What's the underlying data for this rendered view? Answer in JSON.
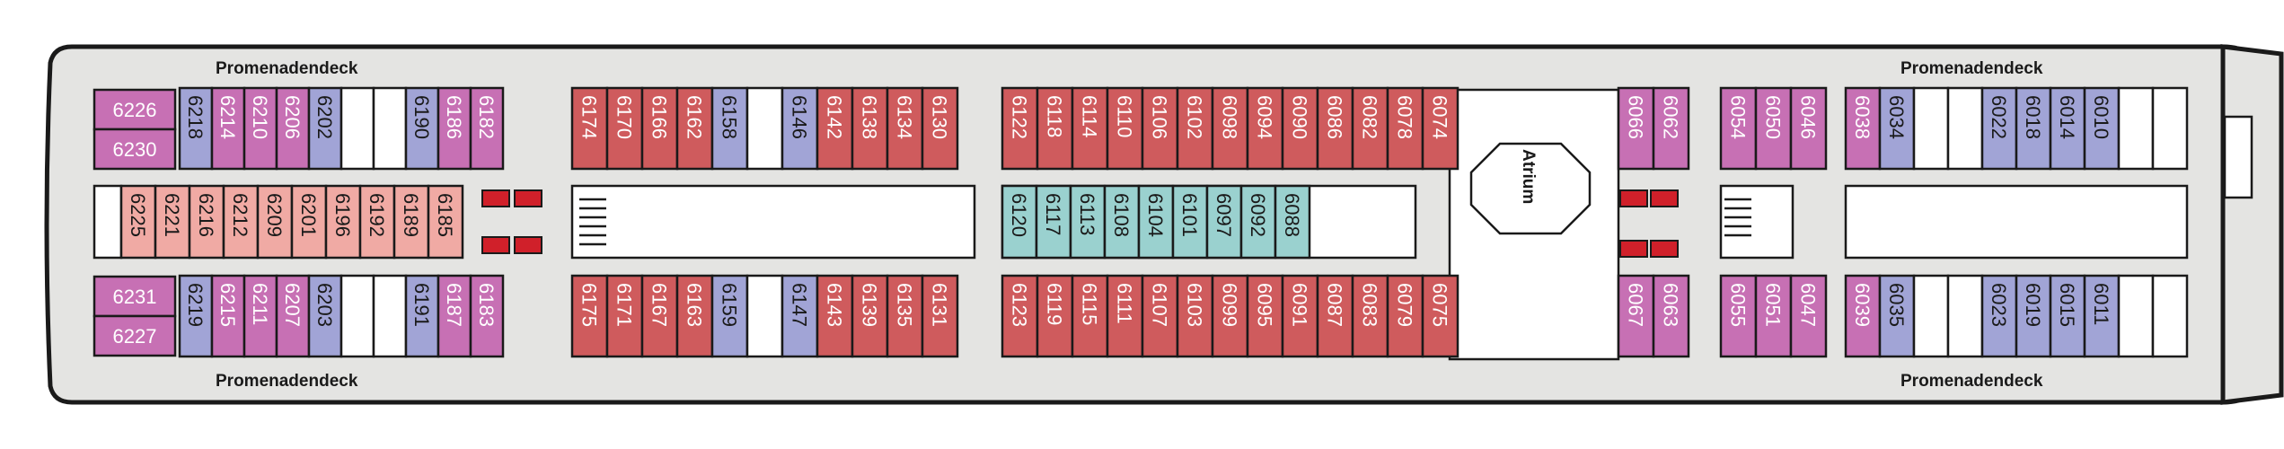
{
  "deck_labels": [
    "Promenadendeck",
    "Promenadendeck",
    "Promenadendeck",
    "Promenadendeck"
  ],
  "atrium_label": "Atrium",
  "colors": {
    "red": "#cf5b5d",
    "magenta": "#c770b4",
    "blue": "#a1a4d6",
    "pink": "#f0aaa4",
    "teal": "#9ad1cf",
    "white": "#ffffff",
    "hull": "#e4e4e2"
  },
  "cabins": {
    "aft_top_block": [
      "6226",
      "6230"
    ],
    "aft_bottom_block": [
      "6231",
      "6227"
    ],
    "top_row_a": [
      "6218",
      "6214",
      "6210",
      "6206",
      "6202",
      "",
      "",
      "6190",
      "6186",
      "6182"
    ],
    "top_row_b": [
      "6174",
      "6170",
      "6166",
      "6162",
      "6158",
      "",
      "6146",
      "6142",
      "6138",
      "6134",
      "6130"
    ],
    "top_row_c": [
      "6122",
      "6118",
      "6114",
      "6110",
      "6106",
      "6102",
      "6098",
      "6094",
      "6090",
      "6086",
      "6082",
      "6078",
      "6074"
    ],
    "top_row_d": [
      "6066",
      "6062"
    ],
    "top_row_e": [
      "6054",
      "6050",
      "6046"
    ],
    "top_row_f": [
      "6038",
      "6034",
      "",
      "",
      "6022",
      "6018",
      "6014",
      "6010",
      "",
      ""
    ],
    "middle_row_a": [
      "6225",
      "6221",
      "6216",
      "6212",
      "6209",
      "6201",
      "6196",
      "6192",
      "6189",
      "6185"
    ],
    "middle_row_b": [
      "6120",
      "6117",
      "6113",
      "6108",
      "6104",
      "6101",
      "6097",
      "6092",
      "6088"
    ],
    "bottom_row_a": [
      "6219",
      "6215",
      "6211",
      "6207",
      "6203",
      "",
      "",
      "6191",
      "6187",
      "6183"
    ],
    "bottom_row_b": [
      "6175",
      "6171",
      "6167",
      "6163",
      "6159",
      "",
      "6147",
      "6143",
      "6139",
      "6135",
      "6131"
    ],
    "bottom_row_c": [
      "6123",
      "6119",
      "6115",
      "6111",
      "6107",
      "6103",
      "6099",
      "6095",
      "6091",
      "6087",
      "6083",
      "6079",
      "6075"
    ],
    "bottom_row_d": [
      "6067",
      "6063"
    ],
    "bottom_row_e": [
      "6055",
      "6051",
      "6047"
    ],
    "bottom_row_f": [
      "6039",
      "6035",
      "",
      "",
      "6023",
      "6019",
      "6015",
      "6011",
      "",
      ""
    ]
  }
}
